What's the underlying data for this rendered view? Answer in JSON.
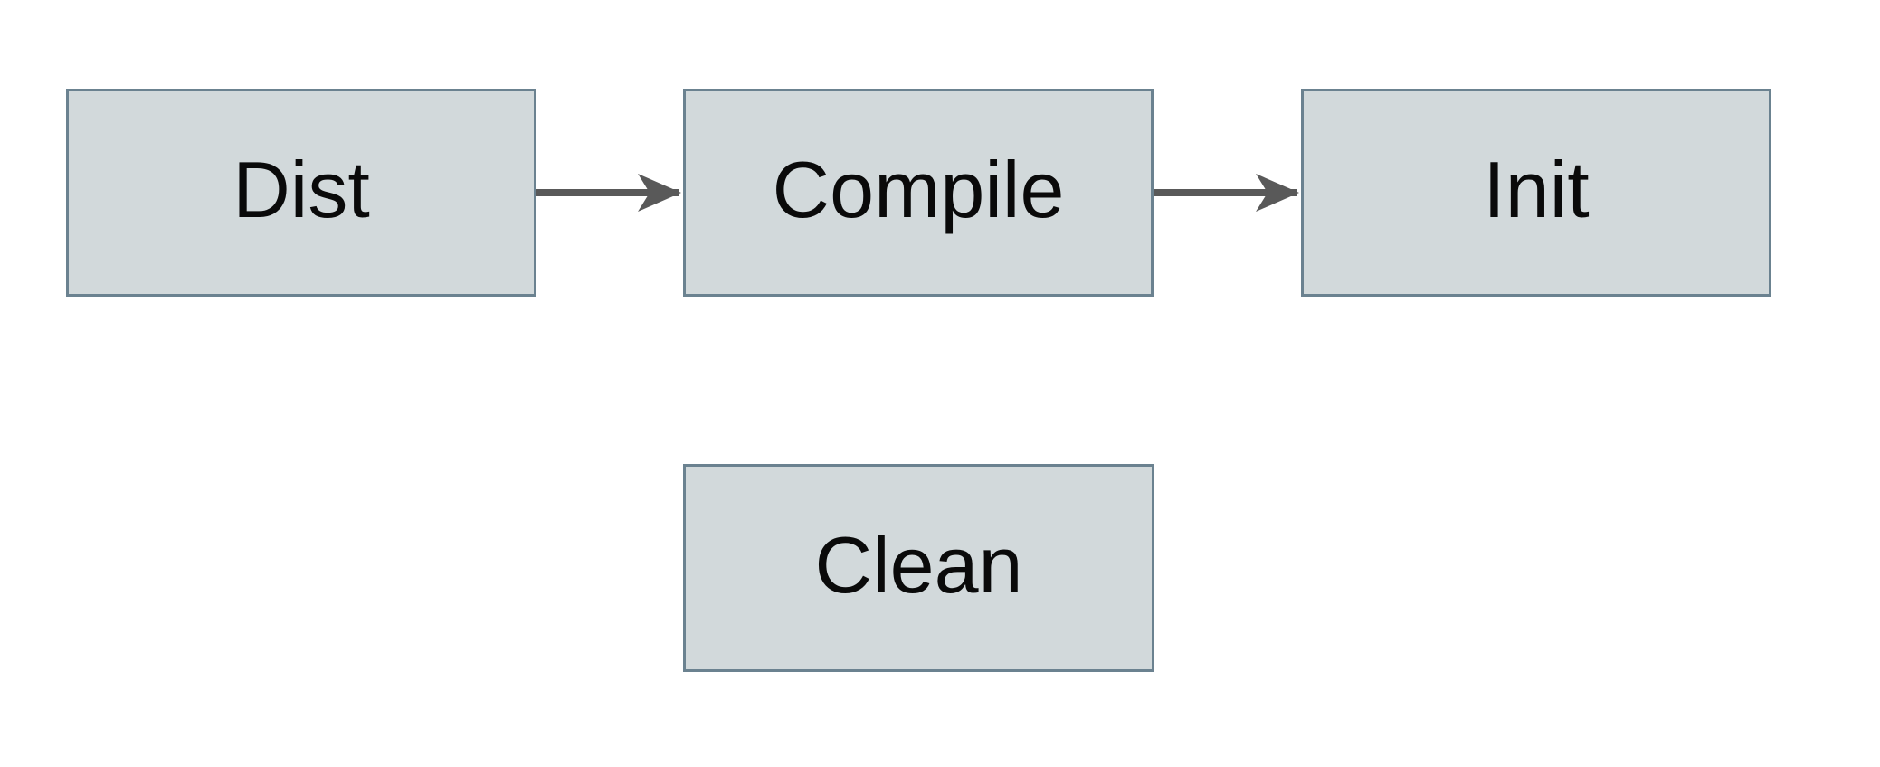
{
  "diagram": {
    "nodes": [
      {
        "id": "dist",
        "label": "Dist"
      },
      {
        "id": "compile",
        "label": "Compile"
      },
      {
        "id": "init",
        "label": "Init"
      },
      {
        "id": "clean",
        "label": "Clean"
      }
    ],
    "edges": [
      {
        "from": "Dist",
        "to": "Compile"
      },
      {
        "from": "Compile",
        "to": "Init"
      }
    ],
    "colors": {
      "background": "#ffffff",
      "node_fill": "#d2d9db",
      "node_border": "#6b8290",
      "arrow": "#595959",
      "text": "#0a0a0a"
    }
  }
}
